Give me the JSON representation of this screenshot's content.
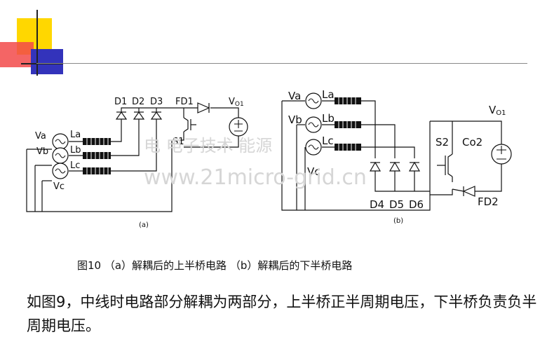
{
  "figure_a": {
    "sources": [
      "Va",
      "Vb",
      "Vc"
    ],
    "inductors": [
      "La",
      "Lb",
      "Lc"
    ],
    "diodes": [
      "D1",
      "D2",
      "D3"
    ],
    "freewheel_diode": "FD1",
    "switch": "S1",
    "output": {
      "label_main": "V",
      "label_sub": "O1"
    },
    "sublabel": "(a)"
  },
  "figure_b": {
    "sources": [
      "Va",
      "Vb",
      "Vc"
    ],
    "inductors": [
      "La",
      "Lb",
      "Lc"
    ],
    "diodes": [
      "D4",
      "D5",
      "D6"
    ],
    "freewheel_diode": "FD2",
    "switch": "S2",
    "capacitor": "Co2",
    "output": {
      "label_main": "V",
      "label_sub": "O1"
    },
    "sublabel": "(b)"
  },
  "watermark": {
    "line1": "电 电子技术 能源",
    "line2": "www.21micro-grid.cn"
  },
  "caption": "图10 （a）解耦后的上半桥电路 （b）解耦后的下半桥电路",
  "body_text": "如图9，中线时电路部分解耦为两部分，上半桥正半周期电压，下半桥负责负半周期电压。"
}
